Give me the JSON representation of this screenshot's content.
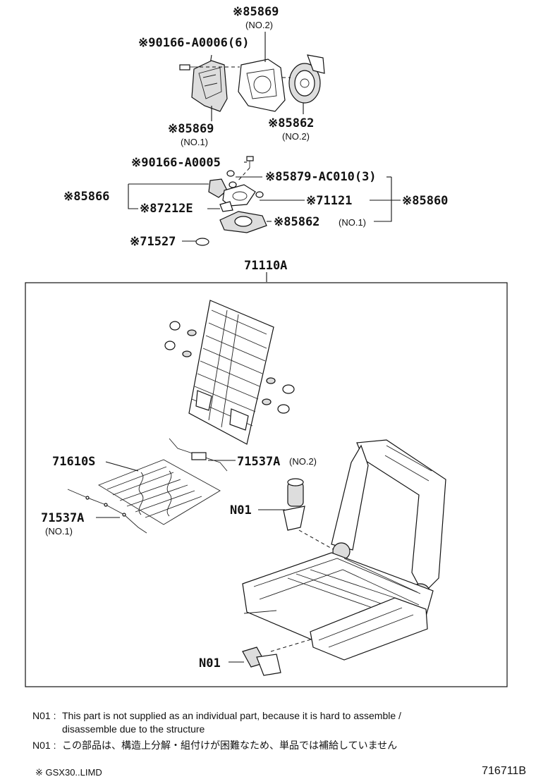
{
  "callouts": {
    "p85869_no2": {
      "num": "※85869",
      "sub": "(NO.2)"
    },
    "p90166_a0006": {
      "num": "※90166-A0006(6)"
    },
    "p85869_no1": {
      "num": "※85869",
      "sub": "(NO.1)"
    },
    "p85862_no2": {
      "num": "※85862",
      "sub": "(NO.2)"
    },
    "p90166_a0005": {
      "num": "※90166-A0005"
    },
    "p85879": {
      "num": "※85879-AC010(3)"
    },
    "p85866": {
      "num": "※85866"
    },
    "p71121": {
      "num": "※71121"
    },
    "p85860": {
      "num": "※85860"
    },
    "p87212e": {
      "num": "※87212E"
    },
    "p85862_no1": {
      "num": "※85862",
      "sub": "(NO.1)"
    },
    "p71527": {
      "num": "※71527"
    },
    "p71110a": {
      "num": "71110A"
    },
    "p71610s": {
      "num": "71610S"
    },
    "p71537a_no2": {
      "num": "71537A",
      "sub": "(NO.2)"
    },
    "p71537a_no1": {
      "num": "71537A",
      "sub": "(NO.1)"
    },
    "n01_upper": {
      "num": "N01"
    },
    "n01_lower": {
      "num": "N01"
    }
  },
  "notes": [
    {
      "label": "N01 :",
      "text": "This part is not supplied as an individual part, because it is hard to assemble /",
      "cont": "disassemble due to the structure"
    },
    {
      "label": "N01 :",
      "text": "この部品は、構造上分解・組付けが困難なため、単品では補給していません"
    }
  ],
  "footer": {
    "applicability": "※ GSX30..LIMD",
    "figure_id": "716711B"
  }
}
